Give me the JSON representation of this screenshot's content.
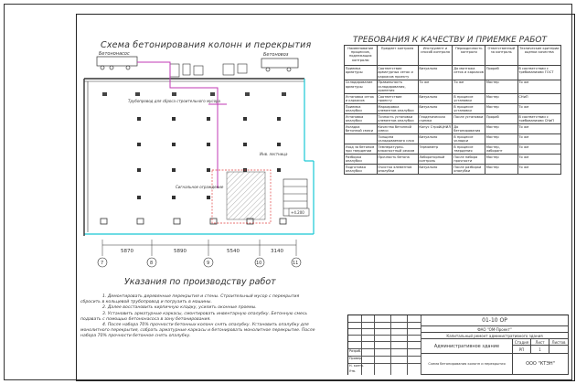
{
  "left_title": "Схема бетонирования колонн и перекрытия",
  "plan_labels": {
    "concrete_pump": "Бетононасос",
    "concrete_mixer": "Бетоновоз",
    "chute": "Трубопровод для сброса строительного мусора",
    "signal_fence": "Сигнальное ограждение",
    "ladder": "Инв. лестница",
    "dims": [
      "5870",
      "5890",
      "5540",
      "3140"
    ],
    "axes": [
      "7",
      "8",
      "9",
      "10",
      "11"
    ],
    "elevation": "+4.200"
  },
  "right_title": "ТРЕБОВАНИЯ К КАЧЕСТВУ И ПРИЕМКЕ РАБОТ",
  "table": {
    "headers": [
      "Наименование процессов, подлежащих контролю",
      "Предмет контроля",
      "Инструмент и способ контроля",
      "Периодичность контроля",
      "Ответственный за контроль",
      "Технические критерии оценки качества"
    ],
    "rows": [
      [
        "Приемка арматуры",
        "Соответствие арматурных сеток и каркасов проекту",
        "Визуально",
        "До монтажа сеток и каркасов",
        "Прораб",
        "В соответствии с требованиями ГОСТ"
      ],
      [
        "Складирование арматуры",
        "Правильность складирования, хранения",
        "То же",
        "То же",
        "Мастер",
        "То же"
      ],
      [
        "Установка сеток и каркасов",
        "Соответствие проекту",
        "Визуально",
        "В процессе установки",
        "Мастер",
        "СНиП"
      ],
      [
        "Приемка опалубки",
        "Маркировка элементов опалубки",
        "Визуально",
        "В процессе установки",
        "Мастер",
        "То же"
      ],
      [
        "Установка опалубки",
        "Точность установки элементов опалубки",
        "Геодезическая съемка",
        "После установки",
        "Прораб",
        "В соответствии с требованиями СНиП"
      ],
      [
        "Укладка бетонной смеси",
        "Качество бетонной смеси",
        "Конус СтройЦНИЛ",
        "До бетонирования",
        "Мастер",
        "То же"
      ],
      [
        "",
        "Толщина укладываемого слоя",
        "Визуально",
        "В процессе укладки",
        "Мастер",
        "То же"
      ],
      [
        "Уход за бетоном при твердении",
        "Температурно-влажностный режим",
        "Термометр",
        "В процессе твердения",
        "Мастер, лаборант",
        "То же"
      ],
      [
        "Разборка опалубки",
        "Прочность бетона",
        "Лабораторный контроль",
        "После набора прочности",
        "Мастер",
        "То же"
      ],
      [
        "Подготовка опалубки",
        "Очистка элементов опалубки",
        "Визуально",
        "После разборки опалубки",
        "Мастер",
        "То же"
      ]
    ]
  },
  "notes_title": "Указания по производству работ",
  "notes": [
    "1. Демонтировать деревянные перекрытия и стены. Строительный мусор с перекрытия сбросить в кольцевой трубопровод и погрузить в машины.",
    "2. Далее восстановить кирпичную кладку, усилить оконные проемы.",
    "3. Установить арматурные каркасы, смонтировать инвентарную опалубку. Бетонную смесь подавать с помощью бетононасоса в зону бетонирования.",
    "4. После набора 70% прочности бетонных колонн снять опалубку. Установить опалубку для монолитного перекрытия, собрать арматурные каркасы и бетонировать монолитное перекрытие. После набора 70% прочности бетонное снять опалубку."
  ],
  "stamp": {
    "code": "01-10 ОР",
    "org": "ФАО \"ОМ-Проект\"",
    "object": "Капитальный ремонт административного здания",
    "building": "Административное здание",
    "stage_label": "Стадия",
    "sheet_label": "Лист",
    "sheets_label": "Листов",
    "stage": "РП",
    "sheet": "1",
    "sheet_title": "Схема бетонирования колонн и перекрытия",
    "company": "ООО \"КТЭН\"",
    "roles": [
      "Разраб.",
      "Провер.",
      "Н. контр.",
      "Утв."
    ]
  },
  "colors": {
    "cyan": "#18c8d4",
    "magenta": "#c23ab4",
    "red": "#e04040"
  }
}
